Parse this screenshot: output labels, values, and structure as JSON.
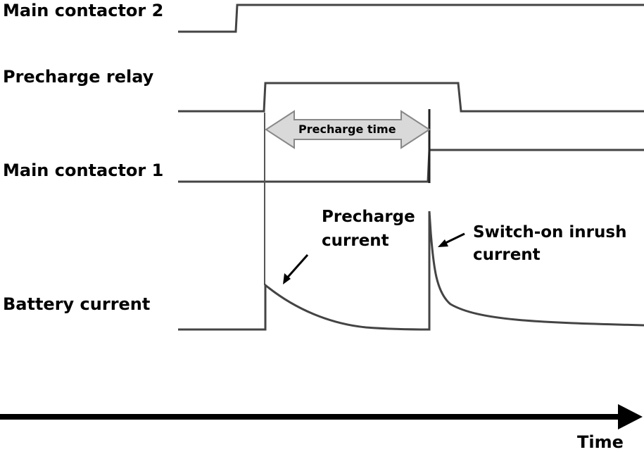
{
  "signals": {
    "main_contactor_2": "Main contactor 2",
    "precharge_relay": "Precharge relay",
    "main_contactor_1": "Main contactor 1",
    "battery_current": "Battery current"
  },
  "annotations": {
    "precharge_time": "Precharge time",
    "precharge_current_line1": "Precharge",
    "precharge_current_line2": "current",
    "inrush_line1": "Switch-on inrush",
    "inrush_line2": "current"
  },
  "time_axis_label": "Time",
  "colors": {
    "trace": "#444444",
    "axis": "#000000",
    "arrow_fill": "#d9d9d9",
    "arrow_stroke": "#888888"
  }
}
